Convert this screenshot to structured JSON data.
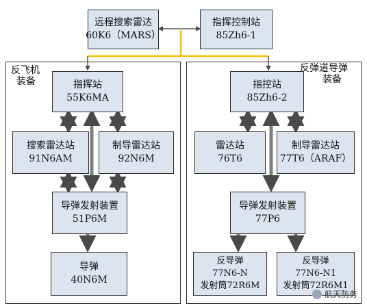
{
  "top": {
    "radar": {
      "line1": "远程搜索雷达",
      "line2": "60K6（MARS）"
    },
    "command": {
      "line1": "指挥控制站",
      "line2": "85Zh6-1"
    }
  },
  "left_group": {
    "label_line1": "反飞机",
    "label_line2": "装备",
    "command": {
      "line1": "指挥站",
      "line2": "55K6MA"
    },
    "search_radar": {
      "line1": "搜索雷达站",
      "line2": "91N6AM"
    },
    "guidance_radar": {
      "line1": "制导雷达站",
      "line2": "92N6M"
    },
    "launcher": {
      "line1": "导弹发射装置",
      "line2": "51P6M"
    },
    "missile": {
      "line1": "导弹",
      "line2": "40N6M"
    }
  },
  "right_group": {
    "label_line1": "反弹道导弹",
    "label_line2": "装备",
    "command": {
      "line1": "指控站",
      "line2": "85Zh6-2"
    },
    "radar": {
      "line1": "雷达站",
      "line2": "76T6"
    },
    "guidance_radar": {
      "line1": "制导雷达站",
      "line2": "77T6（ARAF）"
    },
    "launcher": {
      "line1": "导弹发射装置",
      "line2": "77P6"
    },
    "antimissile_a": {
      "line1": "反导弹",
      "line2": "77N6-N",
      "line3": "发射筒72R6M"
    },
    "antimissile_b": {
      "line1": "反导弹",
      "line2": "77N6-N1",
      "line3": "发射筒72R6M1"
    }
  },
  "watermark": {
    "text": "航天防务"
  },
  "colors": {
    "box_fill": "#dde4f0",
    "bus_line": "#f2c000",
    "connector": "#7f7f7f",
    "border": "#2d2d2d"
  }
}
